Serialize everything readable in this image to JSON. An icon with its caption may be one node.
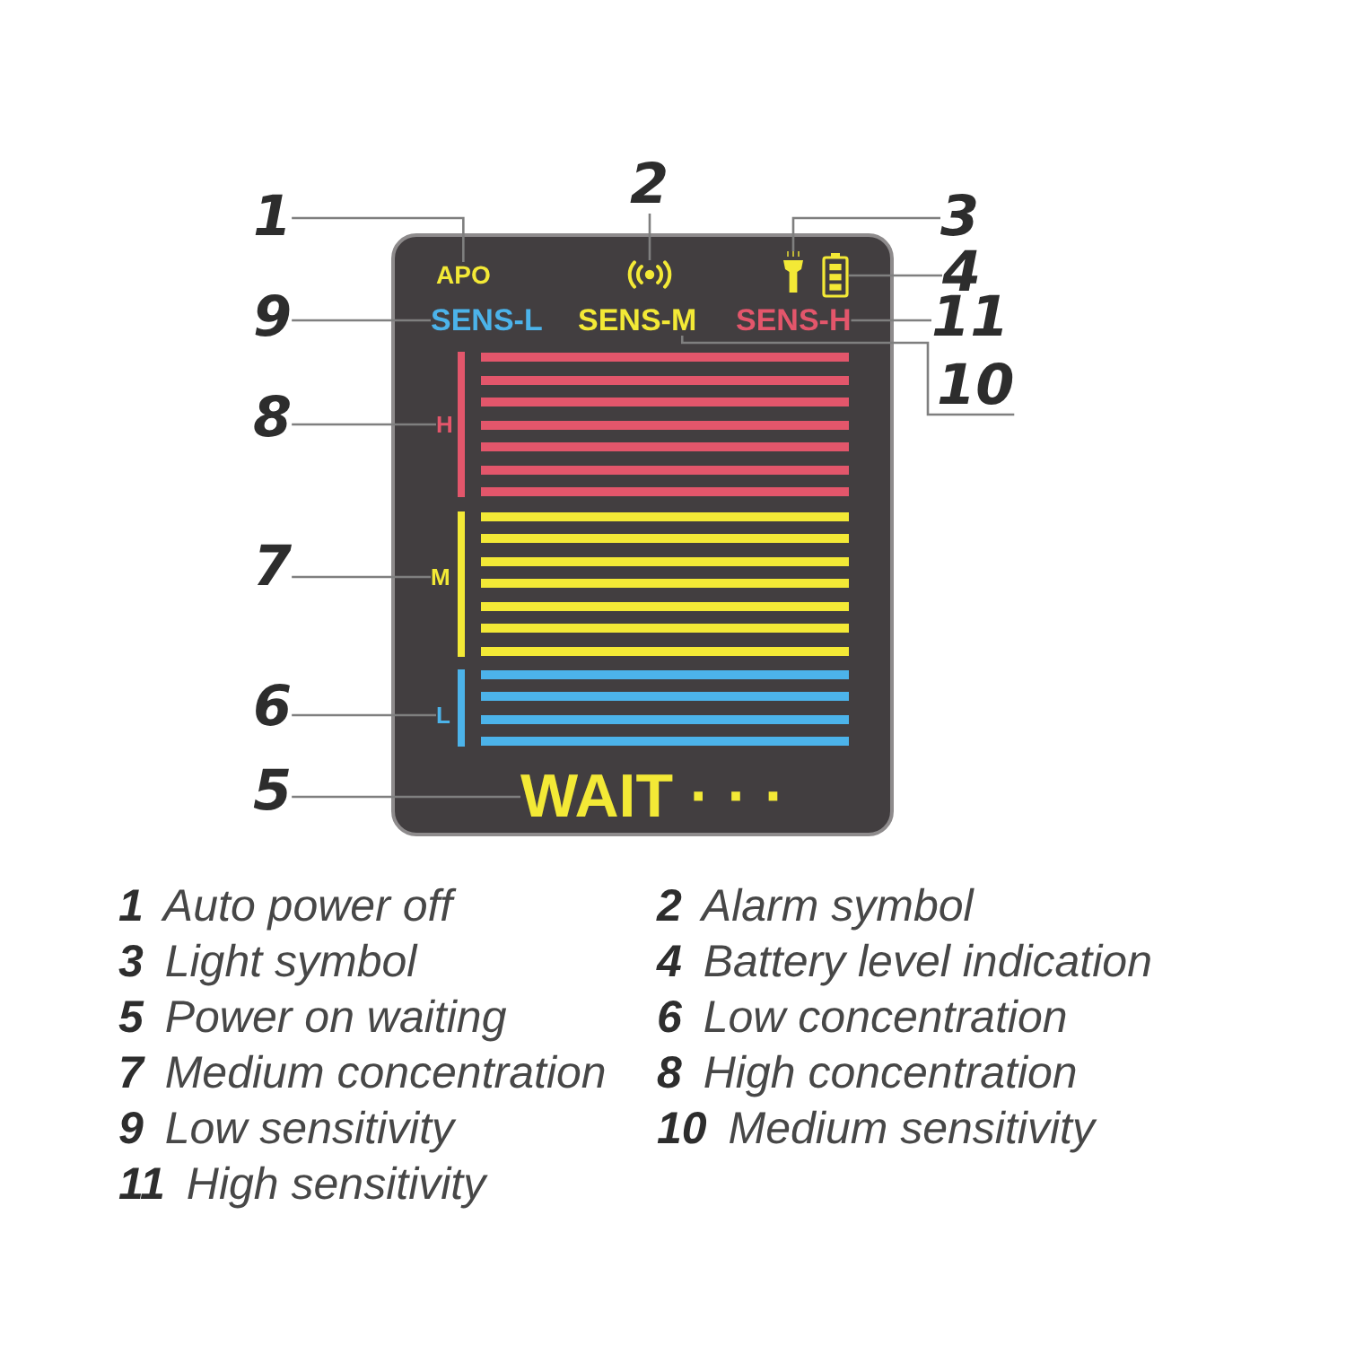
{
  "diagram": {
    "nodes": [
      {
        "text": [
          "1"
        ]
      },
      {
        "text": [
          "2"
        ]
      },
      {
        "text": [
          "3"
        ]
      },
      {
        "text": [],
        "shape": "box"
      },
      {
        "text": [
          "APO"
        ],
        "in": 3
      },
      {
        "text": [],
        "shape": "picture",
        "in": 3
      },
      {
        "text": [],
        "shape": "picture",
        "in": 3
      },
      {
        "text": [],
        "shape": "picture",
        "in": 3
      },
      {
        "text": [
          "4"
        ]
      },
      {
        "text": [
          "9"
        ]
      },
      {
        "text": [
          "SENS-L"
        ],
        "in": 3
      },
      {
        "text": [
          "SENS-M"
        ],
        "in": 3
      },
      {
        "text": [
          "SENS-H"
        ],
        "in": 3
      },
      {
        "text": [
          "11"
        ]
      },
      {
        "text": [
          "10"
        ]
      },
      {
        "text": [
          "8"
        ]
      },
      {
        "text": [
          "H"
        ],
        "in": 3
      },
      {
        "text": [
          "7"
        ]
      },
      {
        "text": [
          "M"
        ],
        "in": 3
      },
      {
        "text": [
          "6"
        ]
      },
      {
        "text": [
          "L"
        ],
        "in": 3
      },
      {
        "text": [
          "5"
        ]
      },
      {
        "text": [
          "WAIT · · ·"
        ],
        "in": 3
      }
    ],
    "edges": [
      {
        "from": 0,
        "to": 4,
        "arrow": "none"
      },
      {
        "from": 1,
        "to": 5,
        "arrow": "none"
      },
      {
        "from": 2,
        "to": 6,
        "arrow": "none"
      },
      {
        "from": 8,
        "to": 7,
        "arrow": "none"
      },
      {
        "from": 9,
        "to": 10,
        "arrow": "none"
      },
      {
        "from": 14,
        "to": 11,
        "arrow": "none"
      },
      {
        "from": 13,
        "to": 12,
        "arrow": "none"
      },
      {
        "from": 15,
        "to": 16,
        "arrow": "none"
      },
      {
        "from": 17,
        "to": 18,
        "arrow": "none"
      },
      {
        "from": 19,
        "to": 20,
        "arrow": "none"
      },
      {
        "from": 21,
        "to": 22,
        "arrow": "none"
      }
    ],
    "labels": [
      "**1** Auto power off",
      "**2** Alarm symbol",
      "**3** Light symbol",
      "**4** Battery level indication",
      "**5** Power on waiting",
      "**6** Low concentration",
      "**7** Medium concentration",
      "**8** High concentration",
      "**9** Low sensitivity",
      "**10** Medium sensitivity",
      "**11** High sensitivity"
    ]
  }
}
